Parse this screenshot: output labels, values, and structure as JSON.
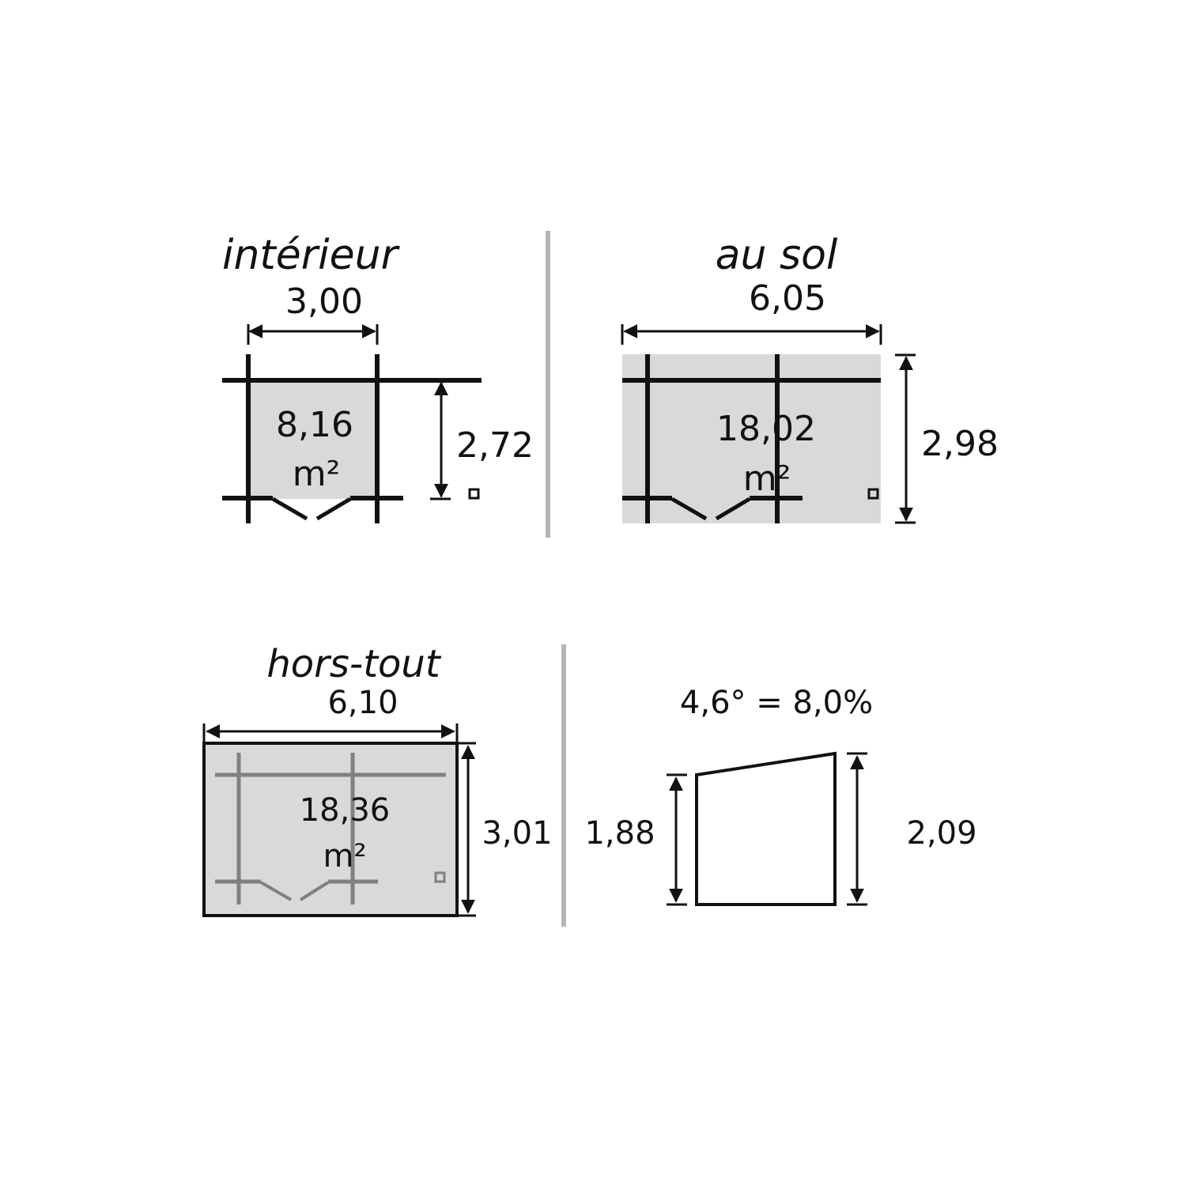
{
  "colors": {
    "line": "#111111",
    "floor_fill": "#d9d9d9",
    "gray_line": "#808080",
    "divider": "#b5b5b5",
    "background": "#ffffff"
  },
  "interieur": {
    "title": "intérieur",
    "width": "3,00",
    "depth": "2,72",
    "area_value": "8,16",
    "area_unit": "m²"
  },
  "au_sol": {
    "title": "au sol",
    "width": "6,05",
    "depth": "2,98",
    "area_value": "18,02",
    "area_unit": "m²"
  },
  "hors_tout": {
    "title": "hors-tout",
    "width": "6,10",
    "depth": "3,01",
    "area_value": "18,36",
    "area_unit": "m²"
  },
  "profile": {
    "slope": "4,6° = 8,0%",
    "low_height": "1,88",
    "high_height": "2,09"
  }
}
